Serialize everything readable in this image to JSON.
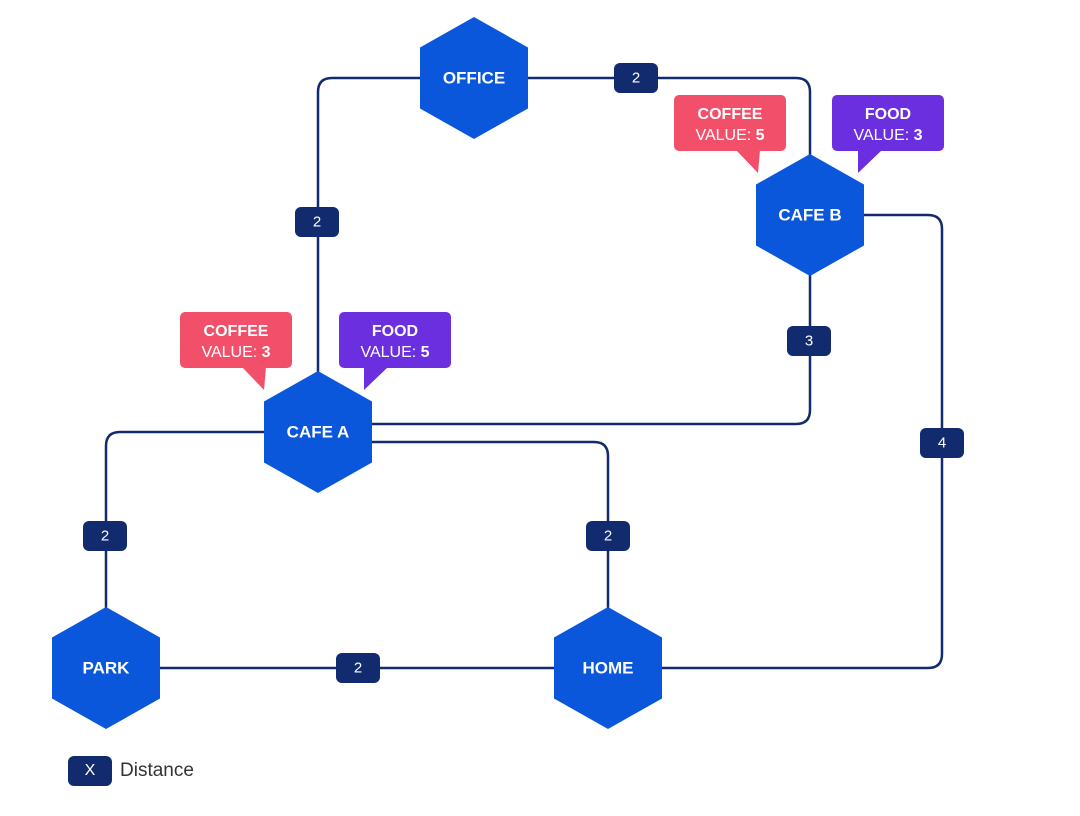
{
  "colors": {
    "node": "#0b57dc",
    "edge": "#122a6e",
    "badge": "#122a6e",
    "coffee_callout": "#f2506a",
    "food_callout": "#6b2fe0"
  },
  "nodes": {
    "office": {
      "label": "OFFICE"
    },
    "cafe_b": {
      "label": "CAFE B"
    },
    "cafe_a": {
      "label": "CAFE A"
    },
    "park": {
      "label": "PARK"
    },
    "home": {
      "label": "HOME"
    }
  },
  "edges": {
    "office_cafe_b": {
      "distance": "2"
    },
    "office_cafe_a": {
      "distance": "2"
    },
    "cafe_b_cafe_a": {
      "distance": "3"
    },
    "cafe_b_home": {
      "distance": "4"
    },
    "cafe_a_park": {
      "distance": "2"
    },
    "cafe_a_home": {
      "distance": "2"
    },
    "park_home": {
      "distance": "2"
    }
  },
  "callouts": {
    "cafe_a_coffee": {
      "title": "COFFEE",
      "value_label": "VALUE: ",
      "value": "3"
    },
    "cafe_a_food": {
      "title": "FOOD",
      "value_label": "VALUE: ",
      "value": "5"
    },
    "cafe_b_coffee": {
      "title": "COFFEE",
      "value_label": "VALUE: ",
      "value": "5"
    },
    "cafe_b_food": {
      "title": "FOOD",
      "value_label": "VALUE: ",
      "value": "3"
    }
  },
  "legend": {
    "badge": "X",
    "label": "Distance"
  }
}
